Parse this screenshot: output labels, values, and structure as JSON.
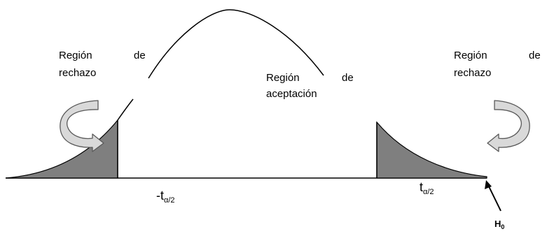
{
  "labels": {
    "left_region": {
      "word1": "Región",
      "word2": "de",
      "word3": "rechazo"
    },
    "center_region": {
      "word1": "Región",
      "word2": "de",
      "word3": "aceptación"
    },
    "right_region": {
      "word1": "Región",
      "word2": "de",
      "word3": "rechazo"
    },
    "left_critical": {
      "prefix": "-t",
      "subscript": "α/2"
    },
    "right_critical": {
      "prefix": "t",
      "subscript": "α/2"
    },
    "hypothesis": {
      "main": "H",
      "subscript": "0"
    }
  },
  "colors": {
    "curve": "#000000",
    "tail_fill": "#7f7f7f",
    "arrow_fill": "#d9d9d9",
    "arrow_stroke": "#595959"
  },
  "icons": {
    "left_arrow": "curved-arrow-right-icon",
    "right_arrow": "curved-arrow-left-icon",
    "h0_pointer": "pointer-arrow-icon"
  }
}
